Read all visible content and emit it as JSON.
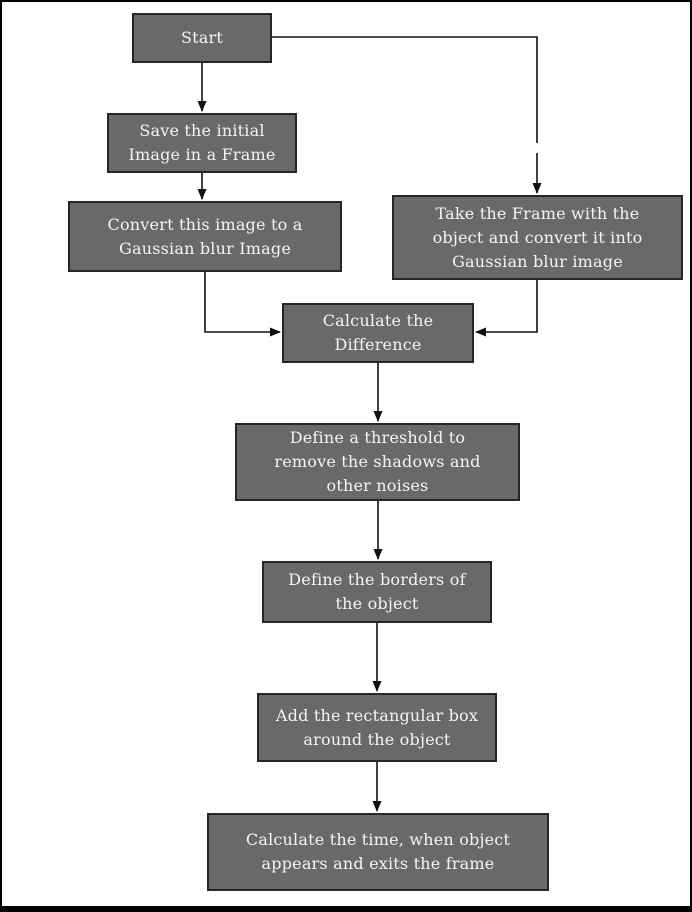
{
  "diagram": {
    "type": "flowchart",
    "colors": {
      "background": "#ffffff",
      "node_fill": "#696969",
      "node_border": "#262626",
      "node_text": "#f4f4f4",
      "connector": "#111111",
      "frame_border": "#000000"
    },
    "nodes": [
      {
        "id": "start",
        "label": "Start"
      },
      {
        "id": "save_initial",
        "label": "Save the initial Image in a Frame"
      },
      {
        "id": "convert_gaussian",
        "label": "Convert this image to a Gaussian blur Image"
      },
      {
        "id": "take_frame",
        "label": "Take the Frame with the object and convert it into Gaussian blur image"
      },
      {
        "id": "calculate_difference",
        "label": "Calculate the Difference"
      },
      {
        "id": "define_threshold",
        "label": "Define a threshold to remove the shadows and other noises"
      },
      {
        "id": "define_borders",
        "label": "Define the borders of the object"
      },
      {
        "id": "add_rectangle",
        "label": "Add the rectangular box around the object"
      },
      {
        "id": "calculate_time",
        "label": "Calculate the time, when object appears and exits the frame"
      }
    ],
    "edges": [
      {
        "from": "start",
        "to": "save_initial"
      },
      {
        "from": "start",
        "to": "take_frame"
      },
      {
        "from": "save_initial",
        "to": "convert_gaussian"
      },
      {
        "from": "convert_gaussian",
        "to": "calculate_difference"
      },
      {
        "from": "take_frame",
        "to": "calculate_difference"
      },
      {
        "from": "calculate_difference",
        "to": "define_threshold"
      },
      {
        "from": "define_threshold",
        "to": "define_borders"
      },
      {
        "from": "define_borders",
        "to": "add_rectangle"
      },
      {
        "from": "add_rectangle",
        "to": "calculate_time"
      }
    ]
  }
}
